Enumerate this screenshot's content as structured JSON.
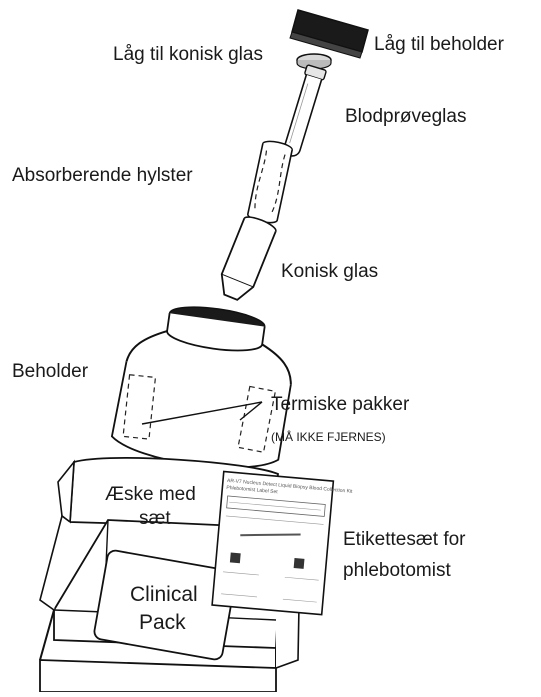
{
  "labels": {
    "lid_conical": "Låg til konisk glas",
    "lid_container": "Låg til beholder",
    "blood_tube": "Blodprøveglas",
    "absorbent_sleeve": "Absorberende hylster",
    "conical_tube": "Konisk glas",
    "container": "Beholder",
    "thermal_packs": "Termiske pakker",
    "thermal_packs_note": "(MÅ IKKE FJERNES)",
    "kit_box_line1": "Æske med",
    "kit_box_line2": "sæt",
    "label_kit_line1": "Etikettesæt for",
    "label_kit_line2": "phlebotomist",
    "clinical_pack_line1": "Clinical",
    "clinical_pack_line2": "Pack"
  },
  "label_sheet": {
    "title_line1": "AR-V7 Nucleus Detect Liquid Biopsy Blood Collection Kit",
    "title_line2": "Phlebotomist Label Set"
  },
  "colors": {
    "line": "#111111",
    "lid_fill": "#1a1a1a",
    "background": "#ffffff"
  }
}
